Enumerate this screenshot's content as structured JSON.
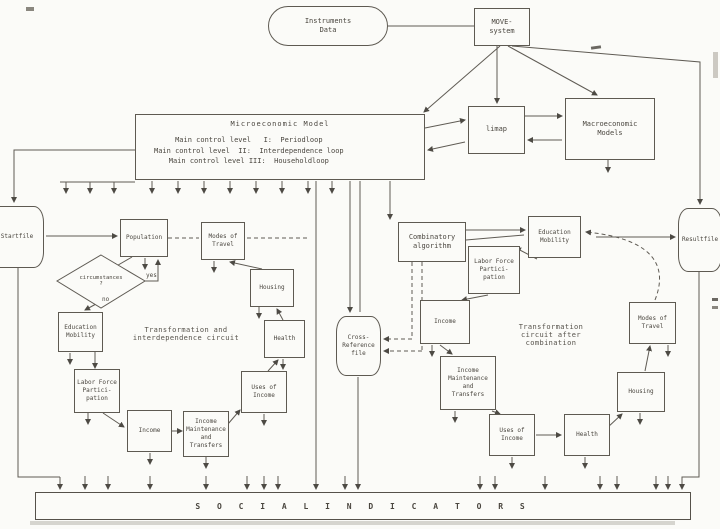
{
  "top": {
    "instruments": "Instruments\nData",
    "move_system": "MOVE-\nsystem"
  },
  "model": {
    "title": "Microeconomic Model",
    "levels": "Main control level   I:  Periodloop\nMain control level  II:  Interdependence loop\nMain control level III:  Householdloop"
  },
  "limap": {
    "label": "limap"
  },
  "macro": {
    "label": "Macroeconomic\nModels"
  },
  "files": {
    "start": "Startfile",
    "result": "Resultfile",
    "crossref": "Cross-\nReference\nfile"
  },
  "combinatory": {
    "label": "Combinatory\nalgorithm"
  },
  "left_circuit": {
    "caption": "Transformation and\ninterdependence circuit",
    "population": "Population",
    "modes_of_travel": "Modes of\nTravel",
    "decision": "circumstances\n?",
    "yes": "yes",
    "no": "no",
    "education_mobility": "Education\nMobility",
    "labor_force": "Labor Force\nPartici-\npation",
    "income": "Income",
    "income_maintenance": "Income\nMaintenance\nand\nTransfers",
    "uses_of_income": "Uses of\nIncome",
    "health": "Health",
    "housing": "Housing"
  },
  "right_circuit": {
    "caption": "Transformation\ncircuit after\ncombination",
    "education_mobility": "Education\nMobility",
    "labor_force": "Labor Force\nPartici-\npation",
    "income": "Income",
    "income_maintenance": "Income\nMaintenance\nand\nTransfers",
    "uses_of_income": "Uses of\nIncome",
    "health": "Health",
    "housing": "Housing",
    "modes_of_travel": "Modes of\nTravel"
  },
  "footer": {
    "social_indicators": "S O C I A L   I N D I C A T O R S"
  }
}
